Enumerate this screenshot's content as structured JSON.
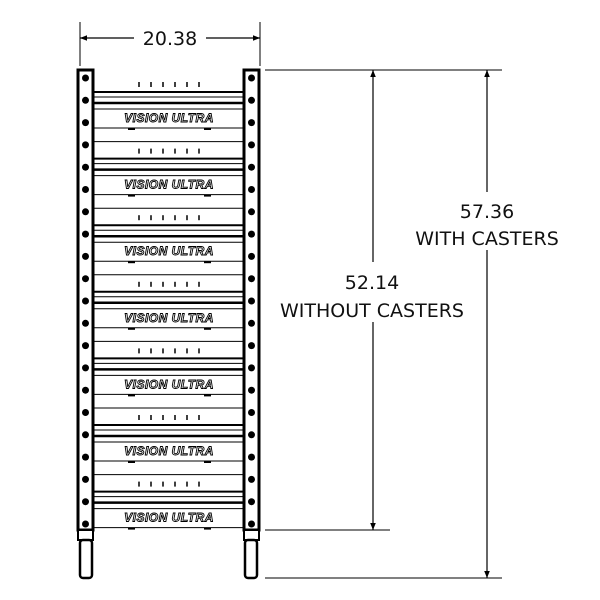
{
  "drawing": {
    "brand_label": "VISION ULTRA",
    "drawer_count": 7,
    "dimensions": {
      "width": {
        "value": "20.38"
      },
      "height_without_casters": {
        "value": "52.14",
        "label": "WITHOUT CASTERS"
      },
      "height_with_casters": {
        "value": "57.36",
        "label": "WITH CASTERS"
      }
    },
    "colors": {
      "line": "#000000",
      "background": "#ffffff"
    }
  }
}
